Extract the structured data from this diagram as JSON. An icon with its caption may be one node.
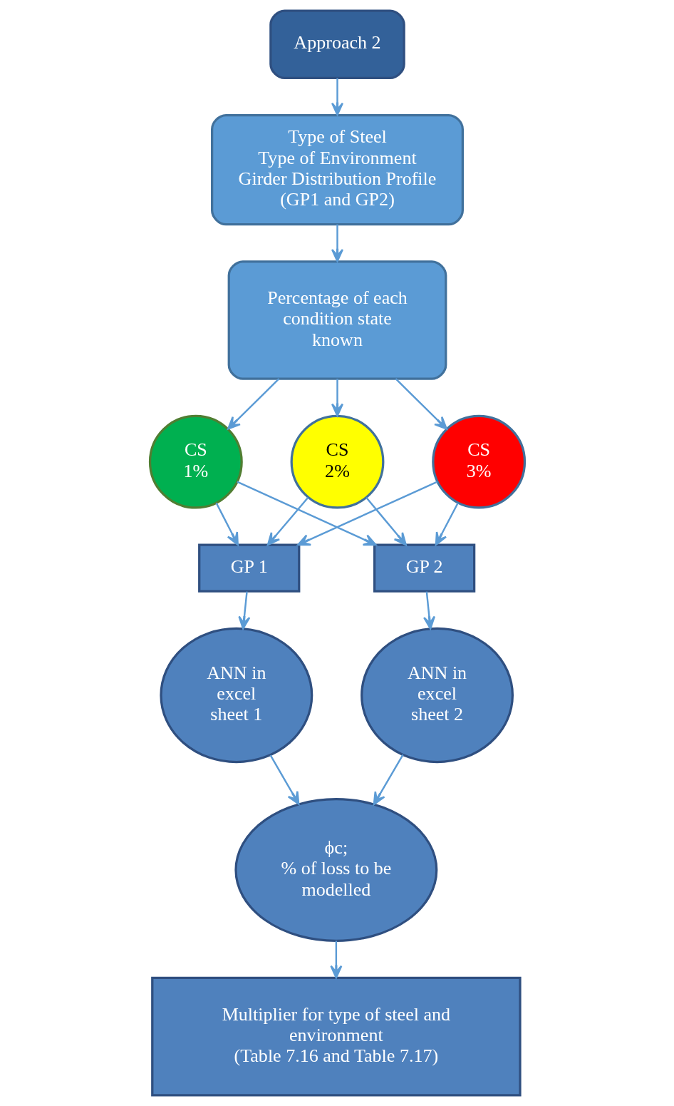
{
  "diagram": {
    "nodes": [
      {
        "text": [
          "Approach 2"
        ]
      },
      {
        "text": [
          "Type of Steel",
          "Type of Environment",
          "Girder Distribution Profile",
          "(GP1 and GP2)"
        ]
      },
      {
        "text": [
          "Percentage of each condition state known"
        ]
      },
      {
        "text": [
          "CS",
          "1%"
        ]
      },
      {
        "text": [
          "CS",
          "2%"
        ]
      },
      {
        "text": [
          "CS",
          "3%"
        ]
      },
      {
        "text": [
          "GP 1"
        ]
      },
      {
        "text": [
          "GP 2"
        ]
      },
      {
        "text": [
          "ANN in excel sheet 1"
        ]
      },
      {
        "text": [
          "ANN in excel sheet 2"
        ]
      },
      {
        "text": [
          "ϕc;",
          "% of loss to be modelled"
        ]
      },
      {
        "text": [
          "Multiplier for type of steel and environment",
          "(Table 7.16 and Table 7.17)"
        ]
      }
    ],
    "edges": [
      {
        "from": 0,
        "to": 1,
        "arrow": "to"
      },
      {
        "from": 1,
        "to": 2,
        "arrow": "to"
      },
      {
        "from": 2,
        "to": 3,
        "arrow": "to"
      },
      {
        "from": 2,
        "to": 4,
        "arrow": "to"
      },
      {
        "from": 2,
        "to": 5,
        "arrow": "to"
      },
      {
        "from": 3,
        "to": 6,
        "arrow": "to"
      },
      {
        "from": 3,
        "to": 7,
        "arrow": "to"
      },
      {
        "from": 4,
        "to": 6,
        "arrow": "to"
      },
      {
        "from": 4,
        "to": 7,
        "arrow": "to"
      },
      {
        "from": 5,
        "to": 6,
        "arrow": "to"
      },
      {
        "from": 5,
        "to": 7,
        "arrow": "to"
      },
      {
        "from": 6,
        "to": 8,
        "arrow": "to"
      },
      {
        "from": 7,
        "to": 9,
        "arrow": "to"
      },
      {
        "from": 8,
        "to": 10,
        "arrow": "to"
      },
      {
        "from": 9,
        "to": 10,
        "arrow": "to"
      },
      {
        "from": 10,
        "to": 11,
        "arrow": "to"
      }
    ]
  }
}
